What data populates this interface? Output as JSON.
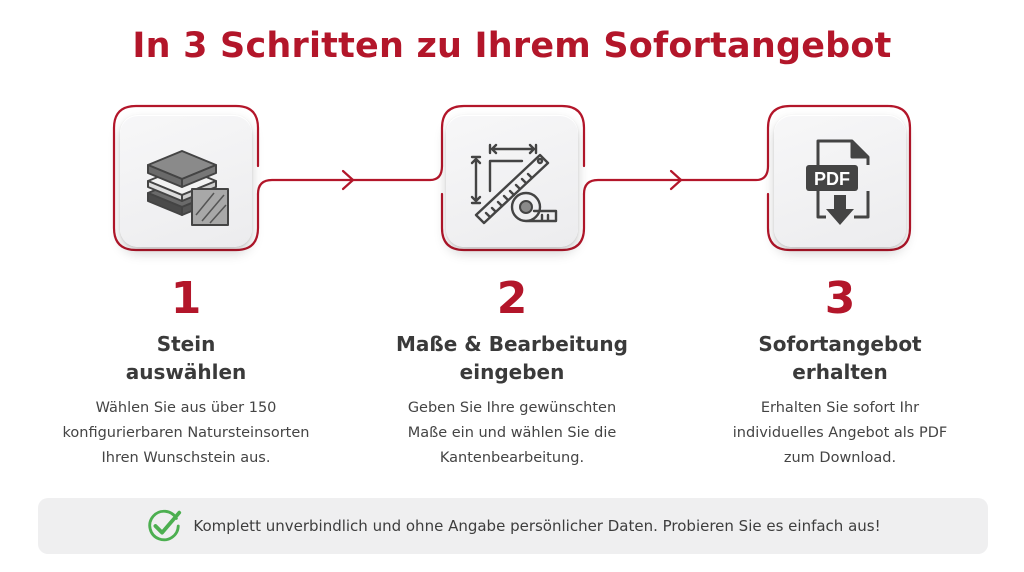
{
  "title": "In 3 Schritten zu Ihrem Sofortangebot",
  "colors": {
    "accent": "#b3162a",
    "text": "#3a3a3a",
    "check": "#4caf50",
    "banner_bg": "#efeff0"
  },
  "steps": [
    {
      "number": "1",
      "icon": "stone-slabs-icon",
      "title_line1": "Stein",
      "title_line2": "auswählen",
      "desc_line1": "Wählen Sie aus über 150",
      "desc_line2": "konfigurierbaren Natursteinsorten",
      "desc_line3": "Ihren Wunschstein aus."
    },
    {
      "number": "2",
      "icon": "ruler-tape-measure-icon",
      "title_line1": "Maße & Bearbeitung",
      "title_line2": "eingeben",
      "desc_line1": "Geben Sie Ihre gewünschten",
      "desc_line2": "Maße ein und wählen Sie die",
      "desc_line3": "Kantenbearbeitung."
    },
    {
      "number": "3",
      "icon": "pdf-download-icon",
      "title_line1": "Sofortangebot",
      "title_line2": "erhalten",
      "desc_line1": "Erhalten Sie sofort Ihr",
      "desc_line2": "individuelles Angebot als PDF",
      "desc_line3": "zum Download."
    }
  ],
  "pdf_label": "PDF",
  "banner": {
    "icon": "checkmark-circle-icon",
    "text": "Komplett unverbindlich und ohne Angabe persönlicher Daten. Probieren Sie es einfach aus!"
  }
}
